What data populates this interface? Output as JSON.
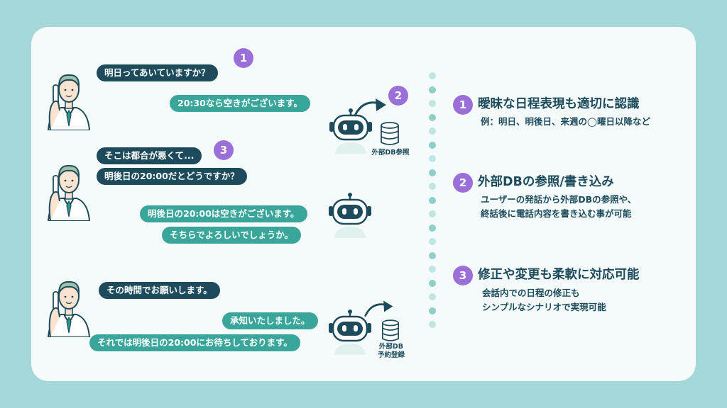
{
  "conversation": {
    "step1": {
      "badge": "1",
      "user_msg": "明日ってあいていますか？",
      "bot_msg": "20:30なら空きがございます。",
      "bot_badge": "2",
      "db_label": "外部DB参照"
    },
    "step2": {
      "badge": "3",
      "user_msg_1": "そこは都合が悪くて...",
      "user_msg_2": "明後日の20:00だとどうですか？",
      "bot_msg_1": "明後日の20:00は空きがございます。",
      "bot_msg_2": "そちらでよろしいでしょうか。"
    },
    "step3": {
      "user_msg": "その時間でお願いします。",
      "bot_msg_1": "承知いたしました。",
      "bot_msg_2": "それでは明後日の20:00にお待ちしております。",
      "db_label_1": "外部DB",
      "db_label_2": "予約登録"
    }
  },
  "features": [
    {
      "number": "1",
      "title": "曖昧な日程表現も適切に認識",
      "desc_1": "例：明日、明後日、来週の◯曜日以降など",
      "desc_2": ""
    },
    {
      "number": "2",
      "title": "外部DBの参照/書き込み",
      "desc_1": "ユーザーの発話から外部DBの参照や、",
      "desc_2": "終話後に電話内容を書き込む事が可能"
    },
    {
      "number": "3",
      "title": "修正や変更も柔軟に対応可能",
      "desc_1": "会話内での日程の修正も",
      "desc_2": "シンプルなシナリオで実現可能"
    }
  ],
  "colors": {
    "background": "#a4d8d8",
    "card": "#f5fbfb",
    "user_bubble": "#1d4b5c",
    "bot_bubble": "#3aa59a",
    "badge": "#9b6fd8",
    "text": "#1d4b5c"
  }
}
